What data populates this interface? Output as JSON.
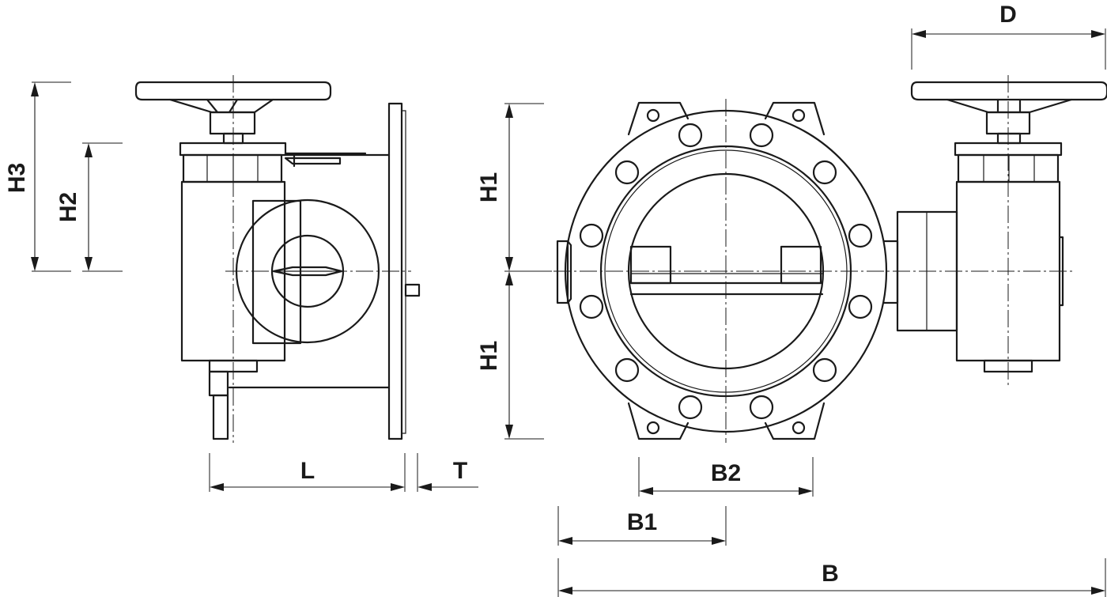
{
  "labels": {
    "L": "L",
    "T": "T",
    "H1_top": "H1",
    "H1_bottom": "H1",
    "H2": "H2",
    "H3": "H3",
    "B": "B",
    "B1": "B1",
    "B2": "B2",
    "D": "D"
  },
  "colors": {
    "line": "#1a1a1a",
    "background": "#ffffff"
  }
}
